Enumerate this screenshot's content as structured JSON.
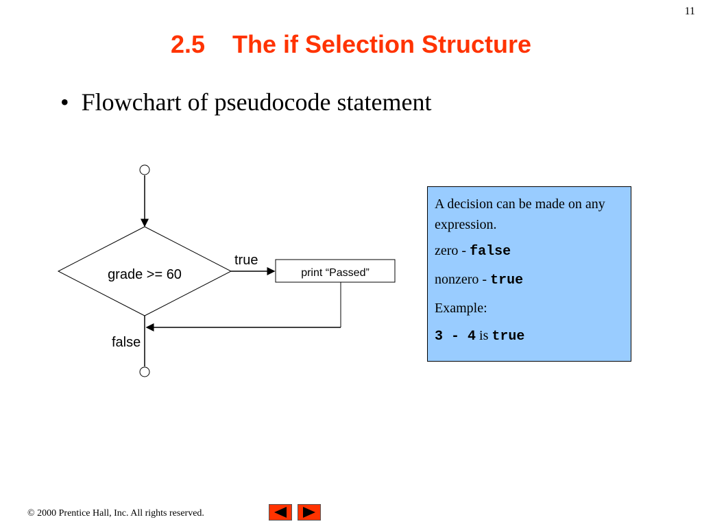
{
  "slide": {
    "page_number": "11",
    "title_number": "2.5",
    "title_text": "The if Selection Structure",
    "bullet": "Flowchart of pseudocode statement"
  },
  "flowchart": {
    "decision": "grade >= 60",
    "action": "print “Passed”",
    "true_label": "true",
    "false_label": "false"
  },
  "note": {
    "line1": "A decision can be made on any expression.",
    "zero_prefix": "zero - ",
    "zero_value": "false",
    "nonzero_prefix": "nonzero - ",
    "nonzero_value": "true",
    "example_label": "Example:",
    "example_expr": "3 - 4",
    "example_is": "is",
    "example_result": "true",
    "background_color": "#99ccff"
  },
  "footer": {
    "copyright": "© 2000 Prentice Hall, Inc.  All rights reserved."
  },
  "colors": {
    "title": "#ff3300",
    "nav_buttons": "#ff3300"
  },
  "icons": {
    "previous": "left-triangle-icon",
    "next": "right-triangle-icon"
  }
}
